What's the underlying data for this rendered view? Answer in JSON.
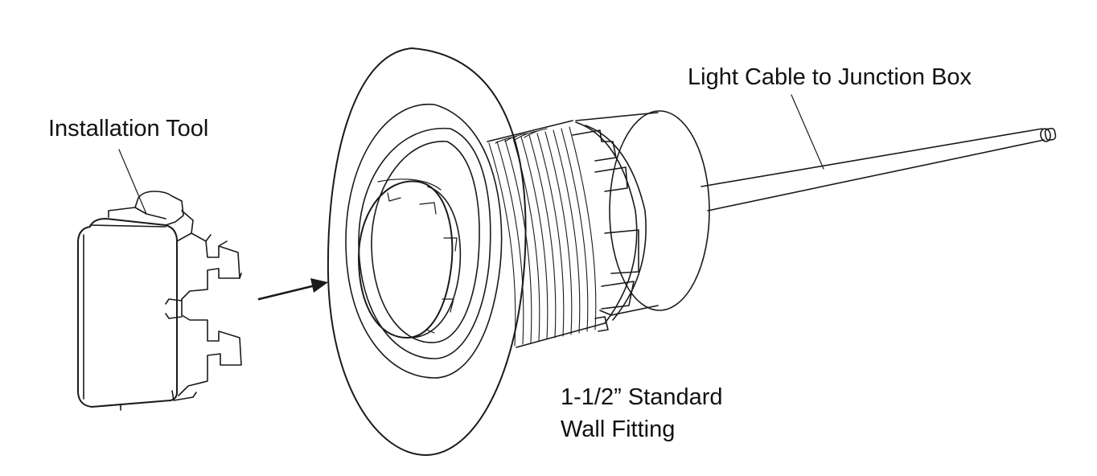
{
  "labels": {
    "installation_tool": "Installation Tool",
    "light_cable": "Light Cable to Junction Box",
    "wall_fitting_line1": "1-1/2” Standard",
    "wall_fitting_line2": "Wall Fitting"
  },
  "colors": {
    "line": "#1a1a1a",
    "background": "#ffffff"
  }
}
